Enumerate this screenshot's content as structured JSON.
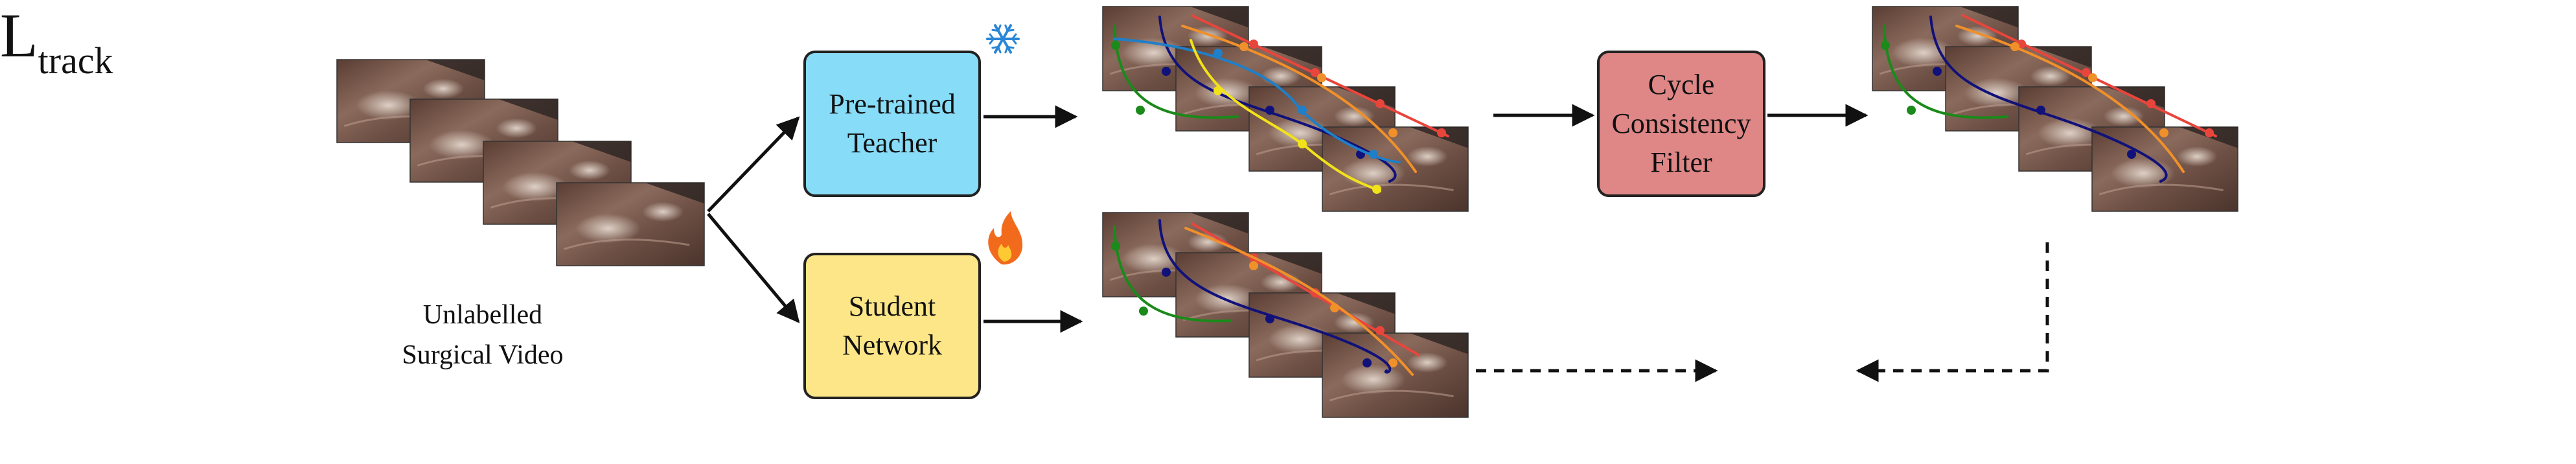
{
  "nodes": {
    "input_label": "Unlabelled\nSurgical Video",
    "teacher_label": "Pre-trained\nTeacher",
    "student_label": "Student\nNetwork",
    "filter_label": "Cycle\nConsistency\nFilter"
  },
  "loss": {
    "symbol": "L",
    "subscript": "track"
  },
  "icons": {
    "teacher_badge": "snowflake-icon",
    "student_badge": "flame-icon"
  },
  "colors": {
    "teacher": "#87dcf8",
    "student": "#fce687",
    "filter": "#df8686",
    "track_red": "#e8453c",
    "track_orange": "#f0902a",
    "track_navy": "#11117a",
    "track_green": "#1a8a1a",
    "track_blue": "#1f7fc8",
    "track_yellow": "#f2e21a"
  }
}
